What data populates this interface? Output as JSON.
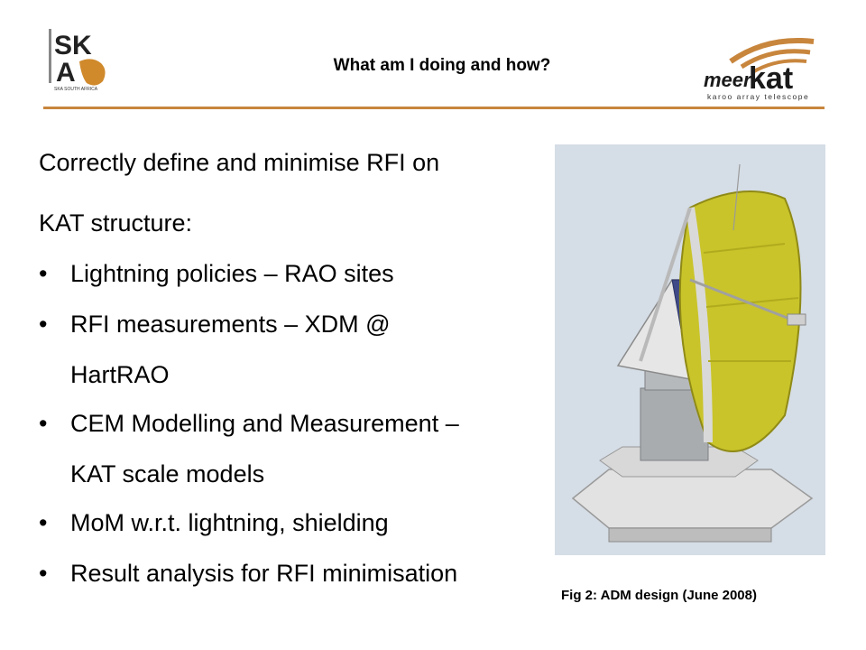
{
  "header": {
    "title": "What am I doing and how?",
    "logos": {
      "left": {
        "text_top": "SK",
        "text_bottom": "A",
        "subtext": "SKA SOUTH AFRICA"
      },
      "right": {
        "wordmark_a": "meer",
        "wordmark_b": "kat",
        "tagline": "karoo array telescope"
      }
    },
    "accent_color": "#c8863d"
  },
  "content": {
    "intro_line_1": "Correctly define and minimise RFI on",
    "intro_line_2": "KAT structure:",
    "bullet_symbol": "•",
    "bullets": [
      {
        "lines": [
          "Lightning policies – RAO sites"
        ]
      },
      {
        "lines": [
          "RFI measurements – XDM  @",
          "HartRAO"
        ]
      },
      {
        "lines": [
          "CEM Modelling and Measurement –",
          "KAT  scale models"
        ]
      },
      {
        "lines": [
          "MoM w.r.t. lightning, shielding"
        ]
      },
      {
        "lines": [
          "Result analysis for RFI minimisation"
        ]
      }
    ]
  },
  "figure": {
    "caption": "Fig 2: ADM design (June 2008)",
    "background_color": "#d5dde6",
    "dish_color": "#c9c42a"
  }
}
